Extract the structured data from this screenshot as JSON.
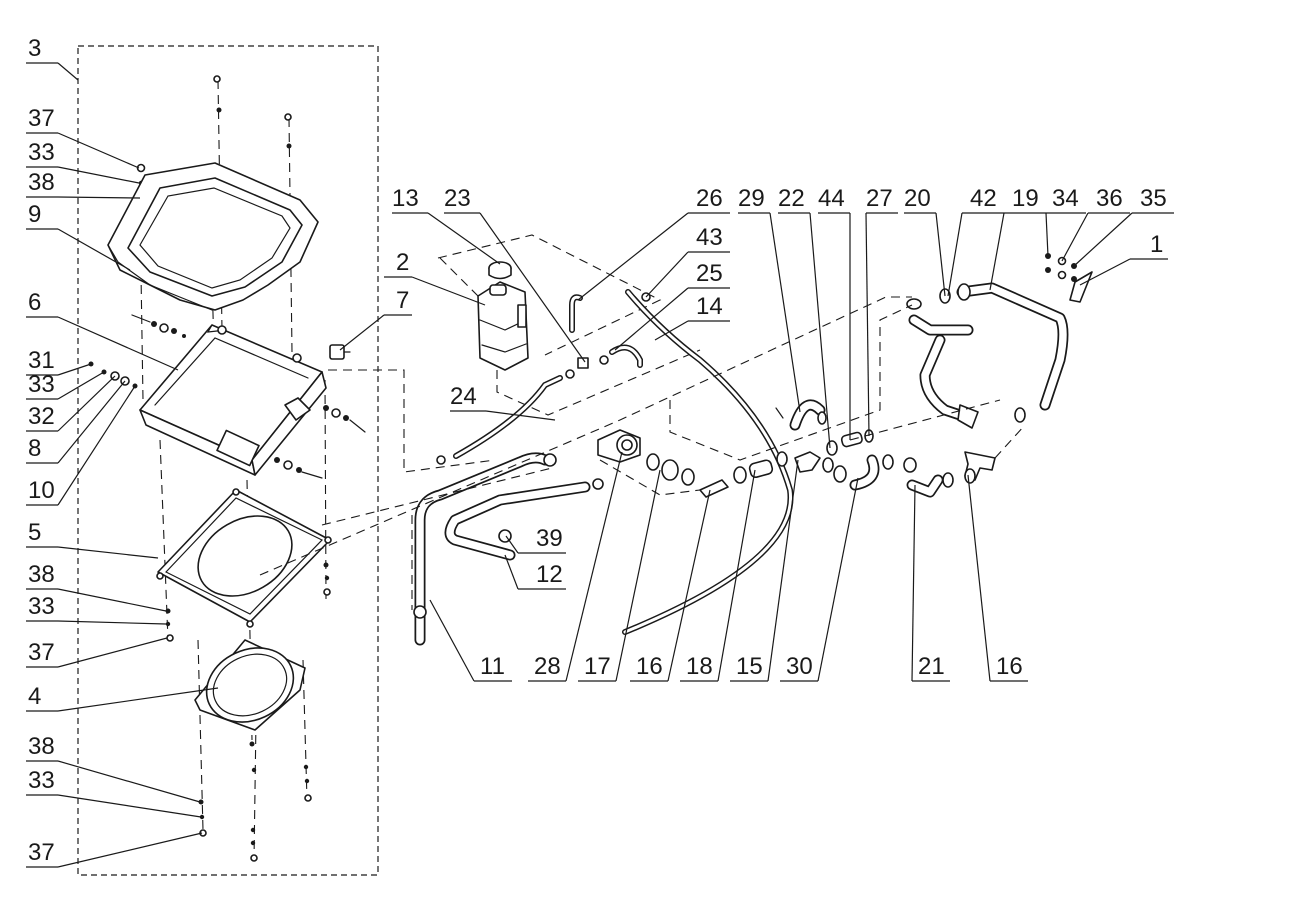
{
  "callouts": [
    {
      "id": "c3",
      "label": "3"
    },
    {
      "id": "c37a",
      "label": "37"
    },
    {
      "id": "c33a",
      "label": "33"
    },
    {
      "id": "c38a",
      "label": "38"
    },
    {
      "id": "c9",
      "label": "9"
    },
    {
      "id": "c6",
      "label": "6"
    },
    {
      "id": "c31",
      "label": "31"
    },
    {
      "id": "c33b",
      "label": "33"
    },
    {
      "id": "c32",
      "label": "32"
    },
    {
      "id": "c8",
      "label": "8"
    },
    {
      "id": "c10",
      "label": "10"
    },
    {
      "id": "c5",
      "label": "5"
    },
    {
      "id": "c38b",
      "label": "38"
    },
    {
      "id": "c33c",
      "label": "33"
    },
    {
      "id": "c37b",
      "label": "37"
    },
    {
      "id": "c4",
      "label": "4"
    },
    {
      "id": "c38c",
      "label": "38"
    },
    {
      "id": "c33d",
      "label": "33"
    },
    {
      "id": "c37c",
      "label": "37"
    },
    {
      "id": "c7",
      "label": "7"
    },
    {
      "id": "c2",
      "label": "2"
    },
    {
      "id": "c13",
      "label": "13"
    },
    {
      "id": "c23",
      "label": "23"
    },
    {
      "id": "c24",
      "label": "24"
    },
    {
      "id": "c26",
      "label": "26"
    },
    {
      "id": "c43",
      "label": "43"
    },
    {
      "id": "c25",
      "label": "25"
    },
    {
      "id": "c14",
      "label": "14"
    },
    {
      "id": "c29",
      "label": "29"
    },
    {
      "id": "c22",
      "label": "22"
    },
    {
      "id": "c44",
      "label": "44"
    },
    {
      "id": "c27",
      "label": "27"
    },
    {
      "id": "c20",
      "label": "20"
    },
    {
      "id": "c42",
      "label": "42"
    },
    {
      "id": "c19",
      "label": "19"
    },
    {
      "id": "c34",
      "label": "34"
    },
    {
      "id": "c36",
      "label": "36"
    },
    {
      "id": "c35",
      "label": "35"
    },
    {
      "id": "c1",
      "label": "1"
    },
    {
      "id": "c39",
      "label": "39"
    },
    {
      "id": "c12",
      "label": "12"
    },
    {
      "id": "c11",
      "label": "11"
    },
    {
      "id": "c28",
      "label": "28"
    },
    {
      "id": "c17",
      "label": "17"
    },
    {
      "id": "c16a",
      "label": "16"
    },
    {
      "id": "c18",
      "label": "18"
    },
    {
      "id": "c15",
      "label": "15"
    },
    {
      "id": "c30",
      "label": "30"
    },
    {
      "id": "c21",
      "label": "21"
    },
    {
      "id": "c16b",
      "label": "16"
    }
  ]
}
